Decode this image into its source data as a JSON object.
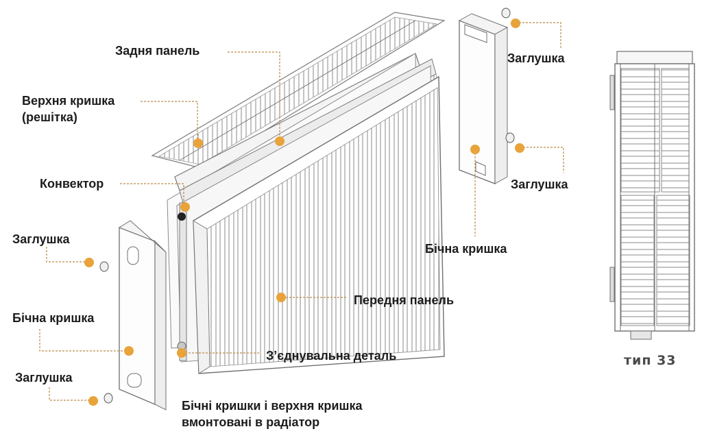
{
  "labels": {
    "back_panel": "Задня панель",
    "top_cover_line1": "Верхня кришка",
    "top_cover_line2": "(решітка)",
    "convector": "Конвектор",
    "plug_left_top": "Заглушка",
    "side_cover_left": "Бічна кришка",
    "plug_left_bottom": "Заглушка",
    "plug_right_top": "Заглушка",
    "plug_right_mid": "Заглушка",
    "side_cover_right": "Бічна кришка",
    "front_panel": "Передня панель",
    "connector": "З’єднувальна деталь",
    "note_line1": "Бічні кришки і верхня кришка",
    "note_line2": "вмонтовані в радіатор"
  },
  "type_label": "тип 33",
  "colors": {
    "marker": "#e8a33a",
    "leader": "#b98a45",
    "outline": "#7a7a7a",
    "text": "#1c1c1c"
  }
}
